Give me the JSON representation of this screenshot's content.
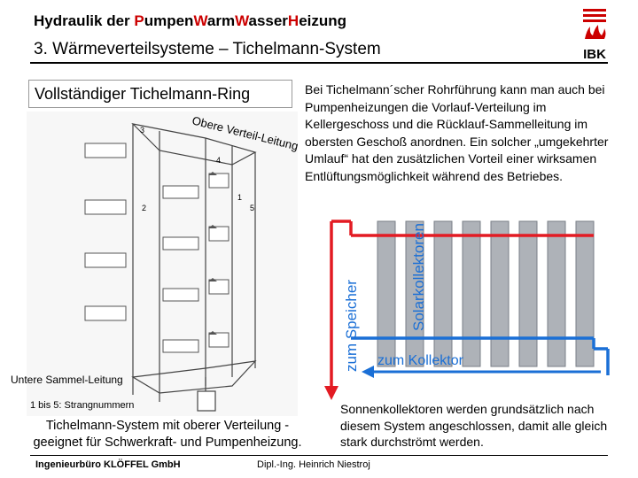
{
  "header": {
    "title_parts": [
      {
        "text": "Hydraulik der ",
        "red": false
      },
      {
        "text": "P",
        "red": true
      },
      {
        "text": "umpen",
        "red": false
      },
      {
        "text": "W",
        "red": true
      },
      {
        "text": "arm",
        "red": false
      },
      {
        "text": "W",
        "red": true
      },
      {
        "text": "asser",
        "red": false
      },
      {
        "text": "H",
        "red": true
      },
      {
        "text": "eizung",
        "red": false
      }
    ],
    "subtitle": "3. Wärmeverteilsysteme – Tichelmann-System",
    "logo_text": "IBK"
  },
  "left": {
    "boxed_title": "Vollständiger Tichelmann-Ring",
    "diagram_label_top": "Obere Verteil-Leitung",
    "diagram_label_bottom": "Untere Sammel-Leitung",
    "strand_note": "1 bis 5: Strangnummern",
    "strand_numbers": [
      "1",
      "2",
      "3",
      "4",
      "5"
    ],
    "caption_line1": "Tichelmann-System mit oberer Verteilung -",
    "caption_line2": "geeignet für Schwerkraft- und Pumpenheizung."
  },
  "right": {
    "paragraph": "Bei Tichelmann´scher Rohrführung kann man auch bei Pumpenheizungen die Vorlauf-Verteilung im Kellergeschoss und die Rücklauf-Sammelleitung im obersten Geschoß anordnen. Ein solcher „umgekehrter Umlauf“ hat den zusätzlichen Vorteil einer wirksamen Entlüftungsmöglichkeit während des Betriebes.",
    "solar_label": "Solarkollektoren",
    "to_storage_label": "zum Speicher",
    "to_collector_label": "zum Kollektor",
    "caption": "Sonnenkollektoren werden grundsätzlich nach diesem System angeschlossen, damit alle gleich stark durchströmt werden."
  },
  "footer": {
    "left": "Ingenieurbüro KLÖFFEL GmbH",
    "center": "Dipl.-Ing. Heinrich Niestroj"
  },
  "colors": {
    "accent_red": "#cc0000",
    "solar_blue": "#1a6fd6",
    "pipe_red": "#e31b23"
  }
}
